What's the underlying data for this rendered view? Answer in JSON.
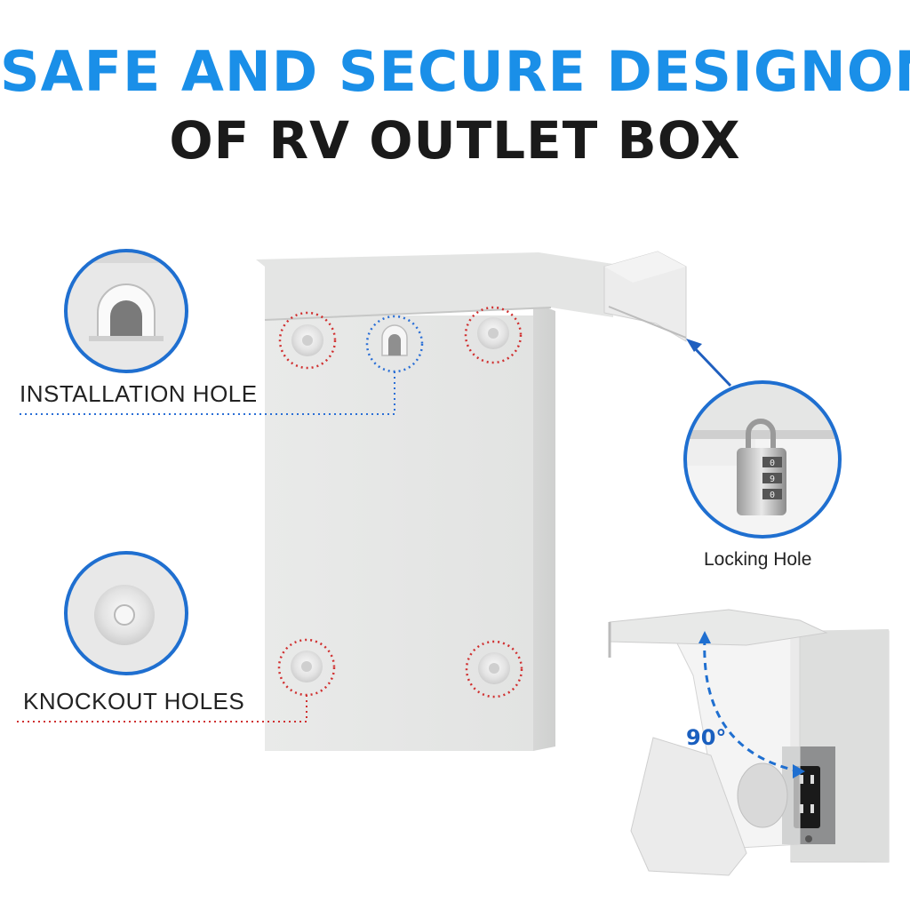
{
  "headline": {
    "line1": "SAFE AND SECURE DESIGNON",
    "line2": "OF RV OUTLET BOX"
  },
  "callouts": {
    "installation_hole": "INSTALLATION HOLE",
    "knockout_holes": "KNOCKOUT HOLES",
    "locking_hole": "Locking Hole"
  },
  "open_view": {
    "angle_label": "90°"
  },
  "colors": {
    "accent_blue": "#1a8fe8",
    "dotted_red": "#d03030",
    "dotted_blue": "#2a6fd6",
    "box_gray": "#e6e7e6"
  }
}
